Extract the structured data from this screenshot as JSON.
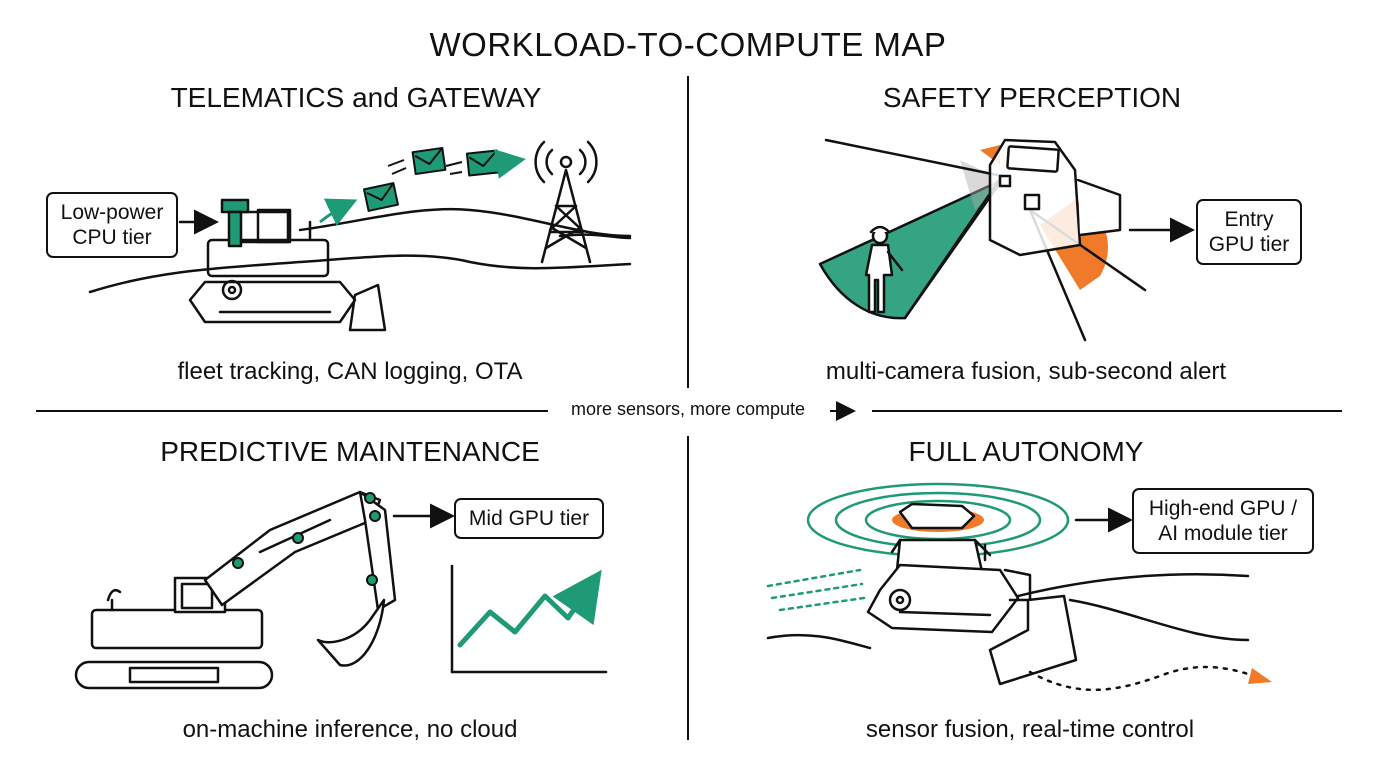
{
  "title": "WORKLOAD-TO-COMPUTE MAP",
  "axis_label": "more sensors, more compute",
  "colors": {
    "accent_green": "#1f9a76",
    "accent_orange": "#f07a2a",
    "ink": "#111111"
  },
  "panels": {
    "telematics": {
      "title": "TELEMATICS and GATEWAY",
      "tier_line1": "Low-power",
      "tier_line2": "CPU tier",
      "caption": "fleet tracking, CAN logging, OTA"
    },
    "safety": {
      "title": "SAFETY PERCEPTION",
      "tier_line1": "Entry",
      "tier_line2": "GPU tier",
      "caption": "multi-camera fusion, sub-second alert"
    },
    "predictive": {
      "title": "PREDICTIVE MAINTENANCE",
      "tier_line1": "Mid GPU tier",
      "caption": "on-machine inference, no cloud"
    },
    "autonomy": {
      "title": "FULL AUTONOMY",
      "tier_line1": "High-end GPU /",
      "tier_line2": "AI module tier",
      "caption": "sensor fusion, real-time control"
    }
  }
}
